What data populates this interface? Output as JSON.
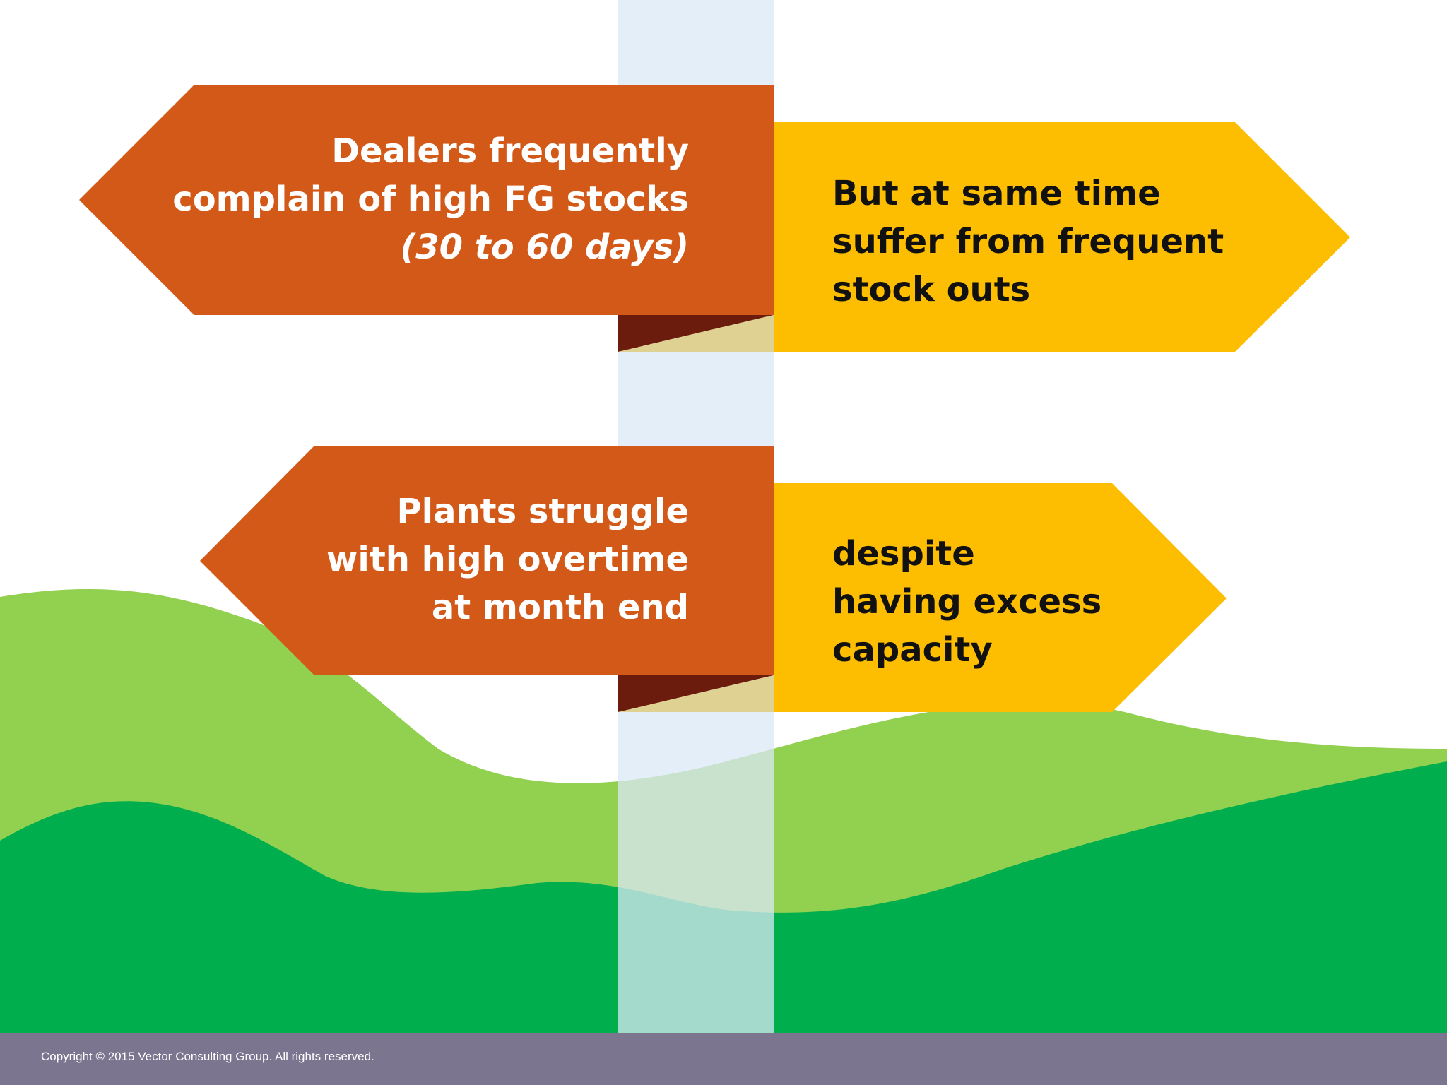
{
  "colors": {
    "sign_left": "#d35918",
    "sign_right": "#fdbd00",
    "sign_shadow": "#6b1c0d",
    "sign_fold": "#dfd192",
    "pole": "#dbe8f7",
    "hill_light": "#92d050",
    "hill_dark": "#00ae4e",
    "footer": "#7b7590"
  },
  "signs": {
    "top_left": {
      "lines": [
        "Dealers frequently",
        "complain of high FG stocks",
        "(30 to 60 days)"
      ]
    },
    "top_right": {
      "lines": [
        "But at same time",
        "suffer from frequent",
        "stock outs"
      ]
    },
    "bottom_left": {
      "lines": [
        "Plants struggle",
        "with high overtime",
        "at month end"
      ]
    },
    "bottom_right": {
      "lines": [
        "despite",
        "having excess",
        "capacity"
      ]
    }
  },
  "footer": {
    "copyright": "Copyright © 2015 Vector Consulting Group. All rights reserved."
  }
}
